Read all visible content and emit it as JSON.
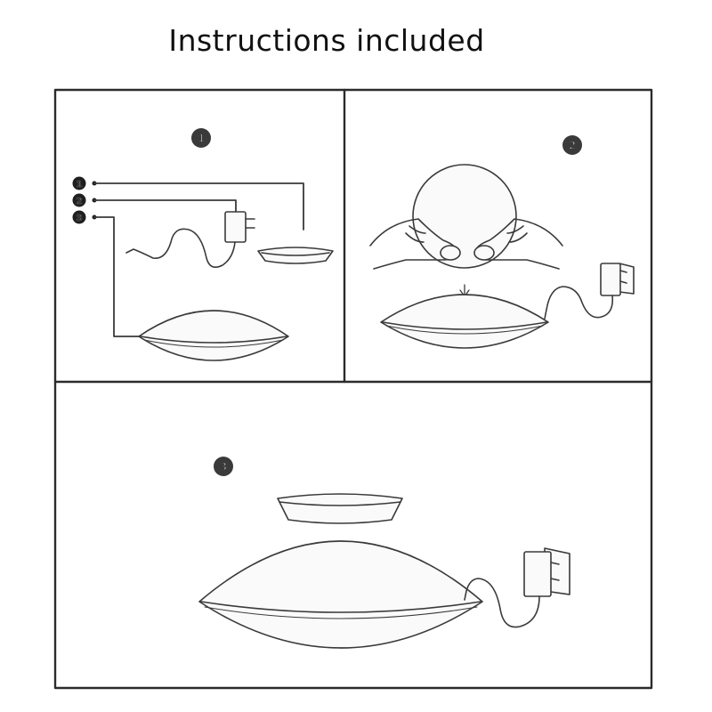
{
  "title": "Instructions included",
  "steps": [
    {
      "number": "1"
    },
    {
      "number": "2"
    },
    {
      "number": "3"
    }
  ],
  "part_labels": [
    "1",
    "2",
    "3"
  ],
  "icons": {
    "base": "levitation-base",
    "float_piece": "floating-disc",
    "adapter": "power-adapter",
    "hands": "hands-holding-globe",
    "globe": "floating-globe"
  }
}
